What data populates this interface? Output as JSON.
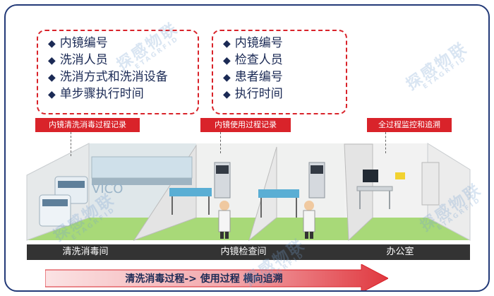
{
  "boxes": {
    "left": {
      "items": [
        "内镜编号",
        "洗消人员",
        "洗消方式和洗消设备",
        "单步骤执行时间"
      ]
    },
    "middle": {
      "items": [
        "内镜编号",
        "检查人员",
        "患者编号",
        "执行时间"
      ]
    }
  },
  "tags": {
    "cleaning_record": "内镜清洗消毒过程记录",
    "usage_record": "内镜使用过程记录",
    "monitoring": "全过程监控和追溯"
  },
  "rooms": {
    "disinfection": "清洗消毒间",
    "examination": "内镜检查间",
    "office": "办公室"
  },
  "arrow": {
    "label": "清洗消毒过程-> 使用过程  横向追溯"
  },
  "scene": {
    "sign_text": "VICO"
  },
  "watermark": {
    "brand": "探感物联",
    "sub": "ETAGRFID"
  },
  "colors": {
    "frame": "#233a78",
    "accent_red": "#d9232a",
    "floor": "#a8d978",
    "text_dark": "#1b2a55"
  }
}
